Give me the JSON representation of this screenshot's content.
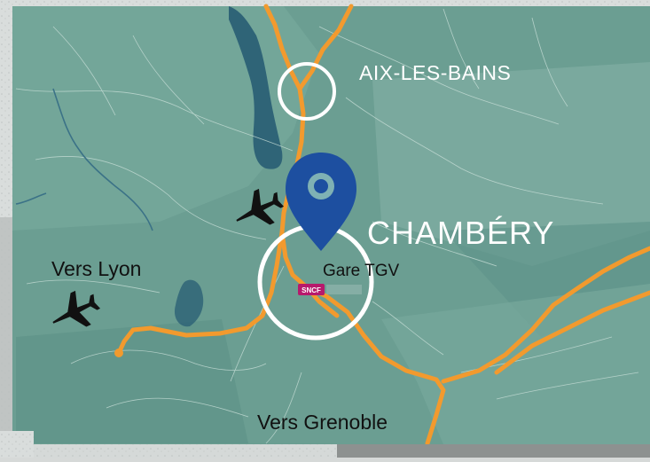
{
  "labels": {
    "city_main": "CHAMBÉRY",
    "city_north": "AIX-LES-BAINS",
    "direction_west": "Vers Lyon",
    "direction_south": "Vers Grenoble",
    "station": "Gare TGV",
    "station_logo": "SNCF"
  },
  "icons": {
    "pin": "location-pin-icon",
    "airport_1": "airplane-icon",
    "airport_2": "airplane-icon",
    "station_logo": "sncf-logo-icon"
  },
  "colors": {
    "map_base": "#6b9e92",
    "map_dark": "#4d7f77",
    "map_light": "#86b2a7",
    "lake": "#2f6477",
    "road": "#f29a2e",
    "pin": "#1d4fa0",
    "text": "#ffffff",
    "dark_text": "#111111",
    "sncf": "#b7196c"
  }
}
